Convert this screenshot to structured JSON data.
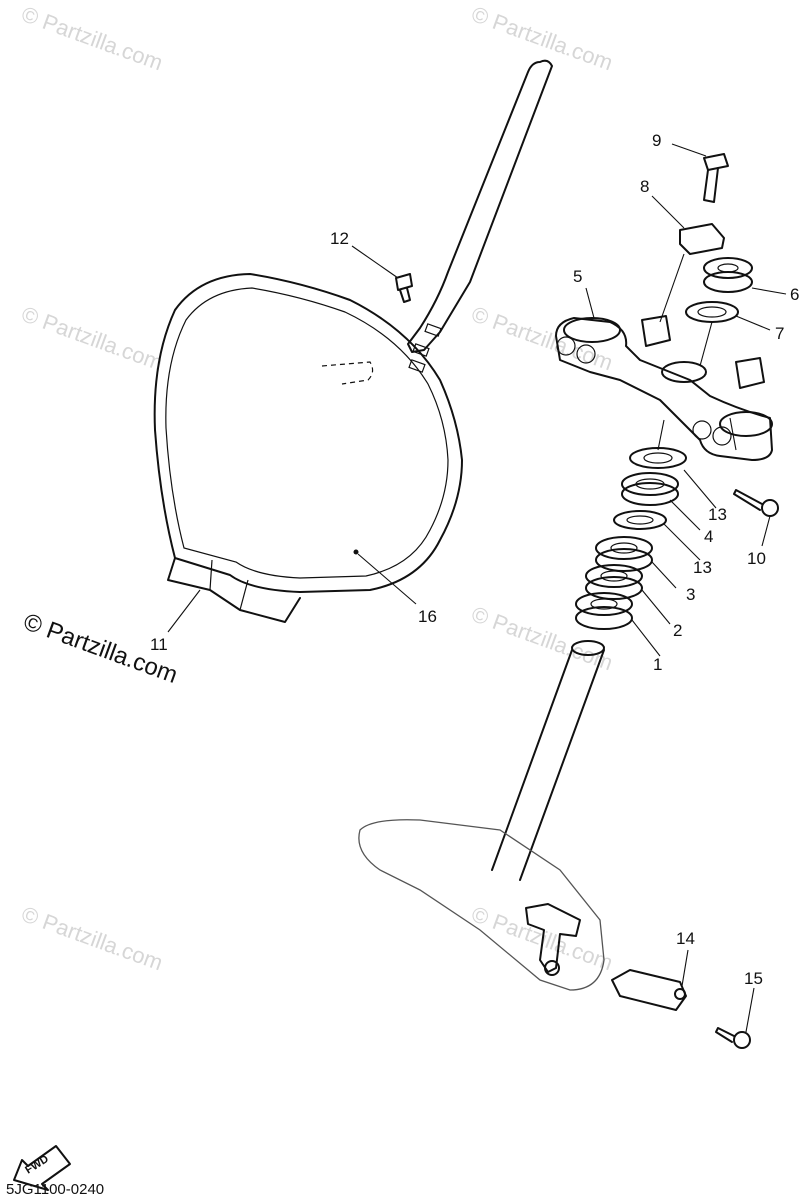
{
  "watermark": {
    "text": "© Partzilla.com",
    "main_text": "© Partzilla.com"
  },
  "diagram_code": "5JG1100-0240",
  "fwd_label": "FWD",
  "callouts": [
    {
      "id": "1",
      "label": "1"
    },
    {
      "id": "2",
      "label": "2"
    },
    {
      "id": "3",
      "label": "3"
    },
    {
      "id": "4",
      "label": "4"
    },
    {
      "id": "5",
      "label": "5"
    },
    {
      "id": "6",
      "label": "6"
    },
    {
      "id": "7",
      "label": "7"
    },
    {
      "id": "8",
      "label": "8"
    },
    {
      "id": "9",
      "label": "9"
    },
    {
      "id": "10",
      "label": "10"
    },
    {
      "id": "11",
      "label": "11"
    },
    {
      "id": "12",
      "label": "12"
    },
    {
      "id": "13a",
      "label": "13"
    },
    {
      "id": "13b",
      "label": "13"
    },
    {
      "id": "14",
      "label": "14"
    },
    {
      "id": "15",
      "label": "15"
    },
    {
      "id": "16",
      "label": "16"
    }
  ]
}
